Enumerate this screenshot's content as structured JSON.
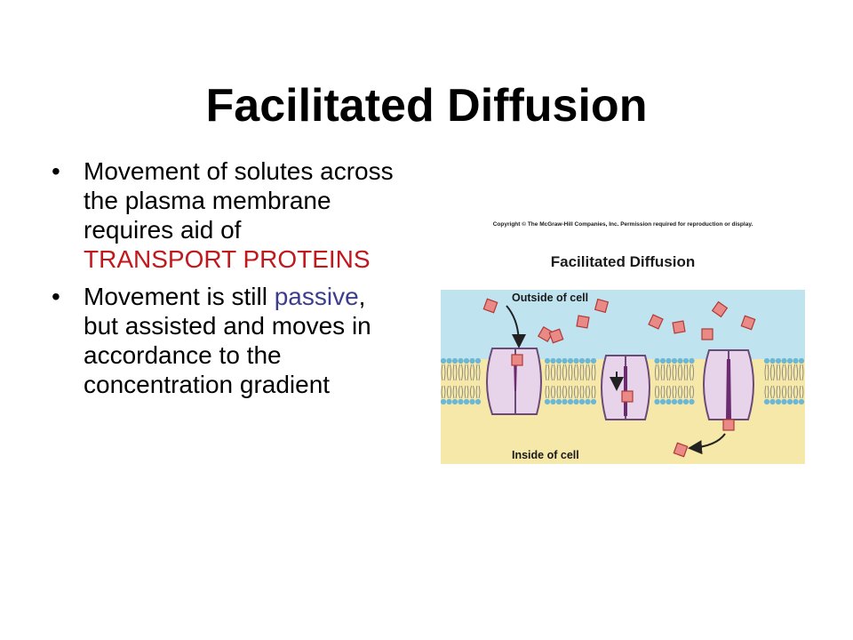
{
  "slide": {
    "title": "Facilitated Diffusion",
    "bullets": [
      {
        "text": "Movement of solutes across the plasma membrane requires aid of ",
        "highlight": "TRANSPORT PROTEINS",
        "highlight_color": "#c0181c"
      },
      {
        "text_before": "Movement is still ",
        "highlight": "passive",
        "text_after": ", but assisted and moves in accordance to the concentration gradient",
        "highlight_color": "#3d3d8f"
      }
    ]
  },
  "figure": {
    "copyright": "Copyright © The McGraw-Hill Companies, Inc. Permission required for reproduction or display.",
    "title": "Facilitated Diffusion",
    "outside_label": "Outside of cell",
    "inside_label": "Inside of cell"
  },
  "colors": {
    "extracellular": "#bfe3ef",
    "cytoplasm": "#f6e8a8",
    "lipid_head": "#6ab7d8",
    "protein": "#e7d3ea",
    "channel": "#6b2c6f",
    "solute": "#e98a86"
  }
}
